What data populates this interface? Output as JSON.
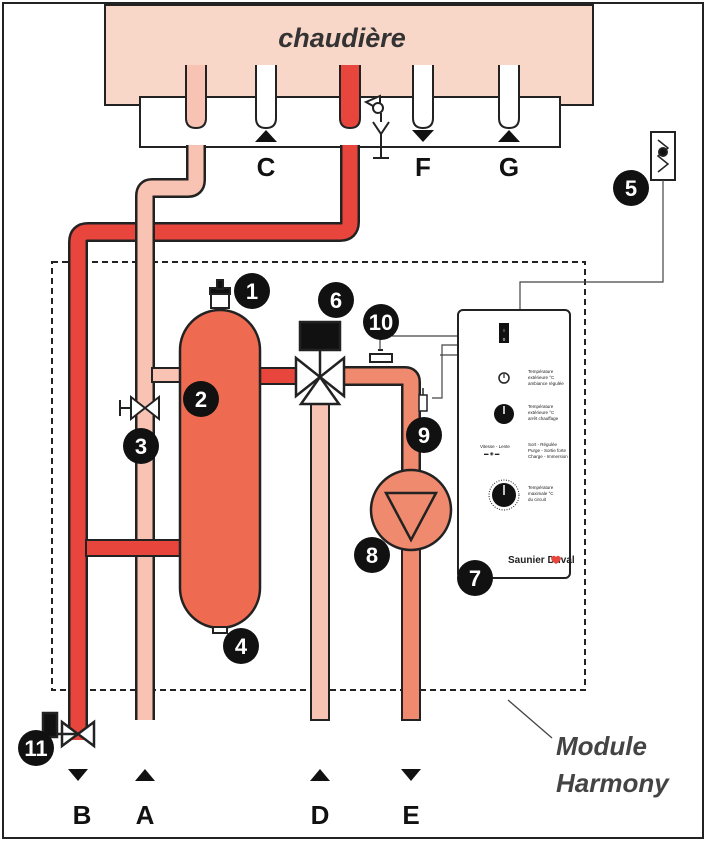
{
  "boiler": {
    "title": "chaudière"
  },
  "module": {
    "line1": "Module",
    "line2": "Harmony"
  },
  "connections": {
    "top": [
      "C",
      "F",
      "G"
    ],
    "bottom": [
      "B",
      "A",
      "D",
      "E"
    ]
  },
  "components": [
    "1",
    "2",
    "3",
    "4",
    "5",
    "6",
    "7",
    "8",
    "9",
    "10",
    "11"
  ],
  "control_panel": {
    "switch_label": "I 0",
    "dial1_label": [
      "Température",
      "extérieure °C",
      "ambiance régulée"
    ],
    "dial2_label": [
      "Température",
      "extérieure °C",
      "arrêt chauffage"
    ],
    "mode_left": [
      "Vitesse - Lente",
      "▬ ◉ ▬"
    ],
    "mode_right": [
      "Sort - Régulée",
      "Purge - Sortie forte",
      "Charge - Immersion"
    ],
    "dial3_label": [
      "Température",
      "maximale °C",
      "du circuit"
    ],
    "brand": "Saunier Duval"
  },
  "colors": {
    "boiler": "#f8d6c8",
    "hot_pipe": "#e8453c",
    "warm_pipe": "#f08a6e",
    "return_pipe": "#f8c3b2",
    "vessel": "#ee6b52",
    "outline": "#1a1a1a"
  }
}
